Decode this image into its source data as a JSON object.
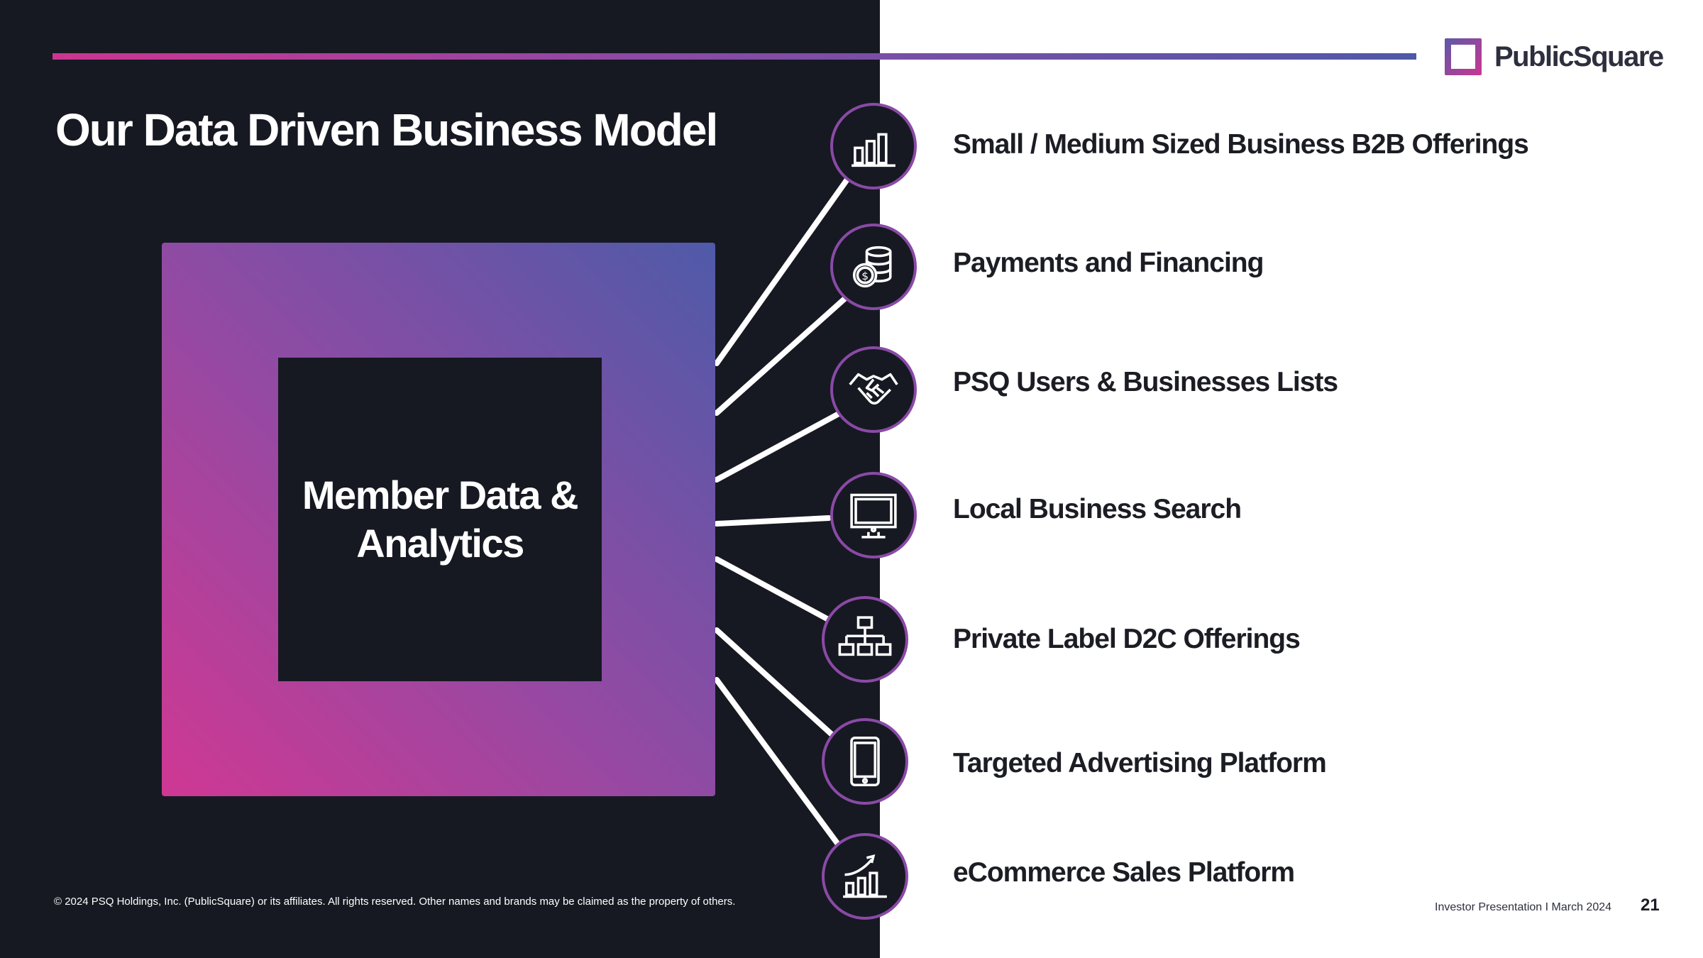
{
  "brand": {
    "name": "PublicSquare",
    "colors": {
      "dark": "#161922",
      "magenta": "#cc3591",
      "purple": "#8a4aa6",
      "indigo": "#5058a8",
      "white": "#ffffff"
    }
  },
  "slide": {
    "title": "Our Data Driven Business Model",
    "center_label": "Member Data & Analytics"
  },
  "offerings": [
    {
      "label": "Small / Medium Sized Business B2B Offerings",
      "icon": "bar-chart-icon"
    },
    {
      "label": "Payments and Financing",
      "icon": "coins-dollar-icon"
    },
    {
      "label": "PSQ Users & Businesses Lists",
      "icon": "handshake-icon"
    },
    {
      "label": "Local Business Search",
      "icon": "monitor-icon"
    },
    {
      "label": "Private Label D2C Offerings",
      "icon": "hierarchy-icon"
    },
    {
      "label": "Targeted Advertising Platform",
      "icon": "smartphone-icon"
    },
    {
      "label": "eCommerce Sales Platform",
      "icon": "growth-chart-icon"
    }
  ],
  "footer": {
    "copyright": "© 2024 PSQ Holdings, Inc. (PublicSquare) or its affiliates. All rights reserved. Other names and brands may be claimed as the property of others.",
    "label": "Investor Presentation I March 2024",
    "page_number": "21"
  }
}
